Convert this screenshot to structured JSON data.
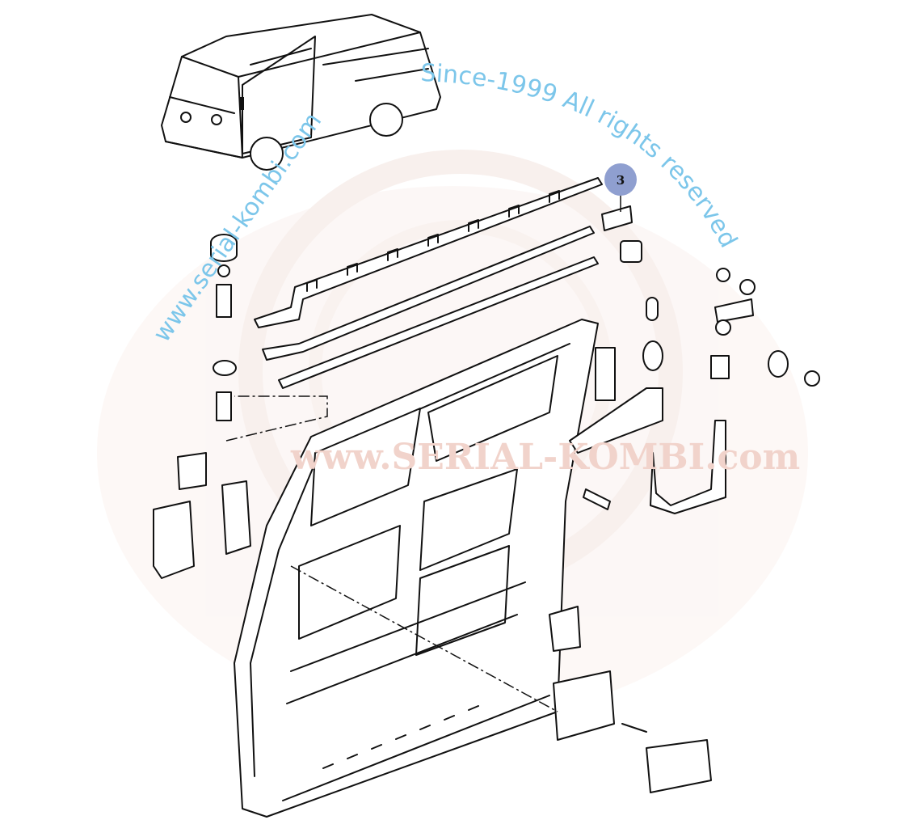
{
  "diagram": {
    "callouts": [
      {
        "number": "3"
      }
    ],
    "watermark": {
      "url_small": "www.serial-kombi.com",
      "since": "Since-1999 All rights reserved",
      "url_large": "www.SERIAL-KOMBI.com"
    },
    "colors": {
      "callout": "#8f9fd0",
      "watermark_blue": "#7cc6ea",
      "watermark_pink": "#f1d3cb"
    }
  }
}
